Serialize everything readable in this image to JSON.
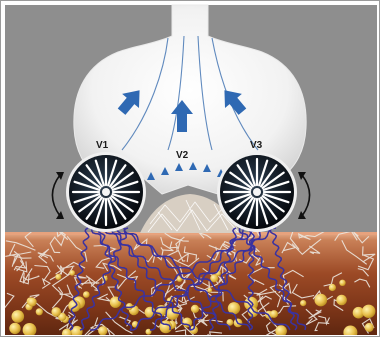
{
  "labels": {
    "v1": "V1",
    "v2": "V2",
    "v3": "V3"
  },
  "colors": {
    "background": "#8f8f8f",
    "device_body": "#f3f3f3",
    "arrow": "#2f69b3",
    "fiber": "#3b33a0",
    "skin_top": "#cf8f6d",
    "tissue": "#8a3f1f",
    "fat": "#e9c04e",
    "collagen": "#e9e4dc",
    "roller_dark": "#101820"
  },
  "icons": {
    "left_rotation": "curved-double-arrow-icon",
    "right_rotation": "curved-double-arrow-icon"
  }
}
